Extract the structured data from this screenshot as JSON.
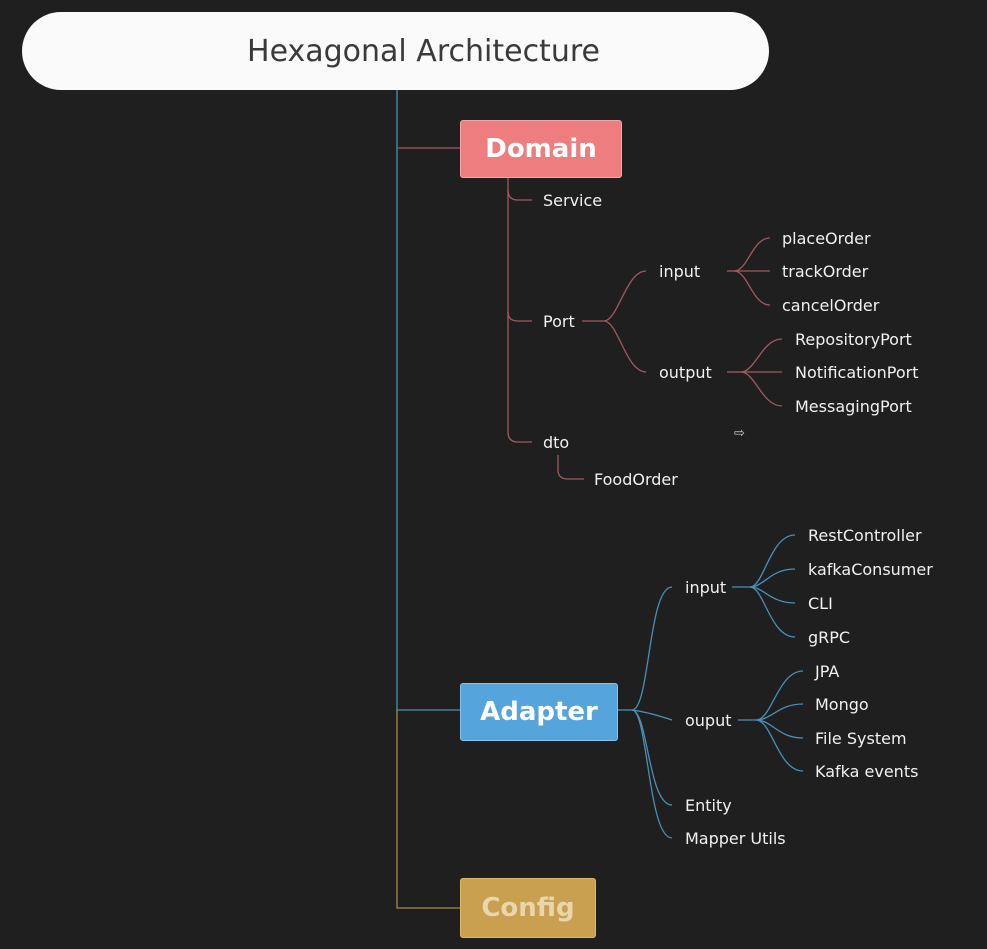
{
  "title": "Hexagonal Architecture",
  "nodes": {
    "domain": "Domain",
    "adapter": "Adapter",
    "config": "Config"
  },
  "domain": {
    "service": "Service",
    "port": "Port",
    "port_input": "input",
    "port_input_items": [
      "placeOrder",
      "trackOrder",
      "cancelOrder"
    ],
    "port_output": "output",
    "port_output_items": [
      "RepositoryPort",
      "NotificationPort",
      "MessagingPort"
    ],
    "dto": "dto",
    "dto_items": [
      "FoodOrder"
    ]
  },
  "adapter": {
    "input": "input",
    "input_items": [
      "RestController",
      "kafkaConsumer",
      "CLI",
      "gRPC"
    ],
    "output": "ouput",
    "output_items": [
      "JPA",
      "Mongo",
      "File System",
      "Kafka events"
    ],
    "entity": "Entity",
    "mapper": "Mapper Utils"
  },
  "colors": {
    "domain": "#ee7d80",
    "domain_link": "#a05a5e",
    "adapter": "#56a4dc",
    "adapter_link": "#4a8fb5",
    "config": "#c8a050",
    "config_link": "#a58a4a",
    "background": "#1f1f1f"
  }
}
